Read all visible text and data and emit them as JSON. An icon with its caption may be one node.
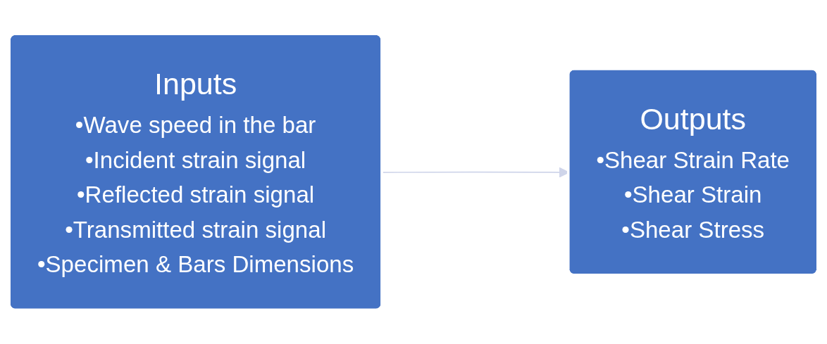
{
  "diagram": {
    "nodes": [
      {
        "text": [
          "Inputs",
          "•Wave speed in the bar",
          "•Incident strain signal",
          "•Reflected strain signal",
          "•Transmitted strain signal",
          "•Specimen & Bars Dimensions"
        ]
      },
      {
        "text": [
          "Outputs",
          "•Shear Strain Rate",
          "•Shear Strain",
          "•Shear Stress"
        ]
      }
    ],
    "edges": [
      {
        "from": 0,
        "to": 1,
        "arrow": "to",
        "color": "#cfd5ea"
      }
    ]
  }
}
